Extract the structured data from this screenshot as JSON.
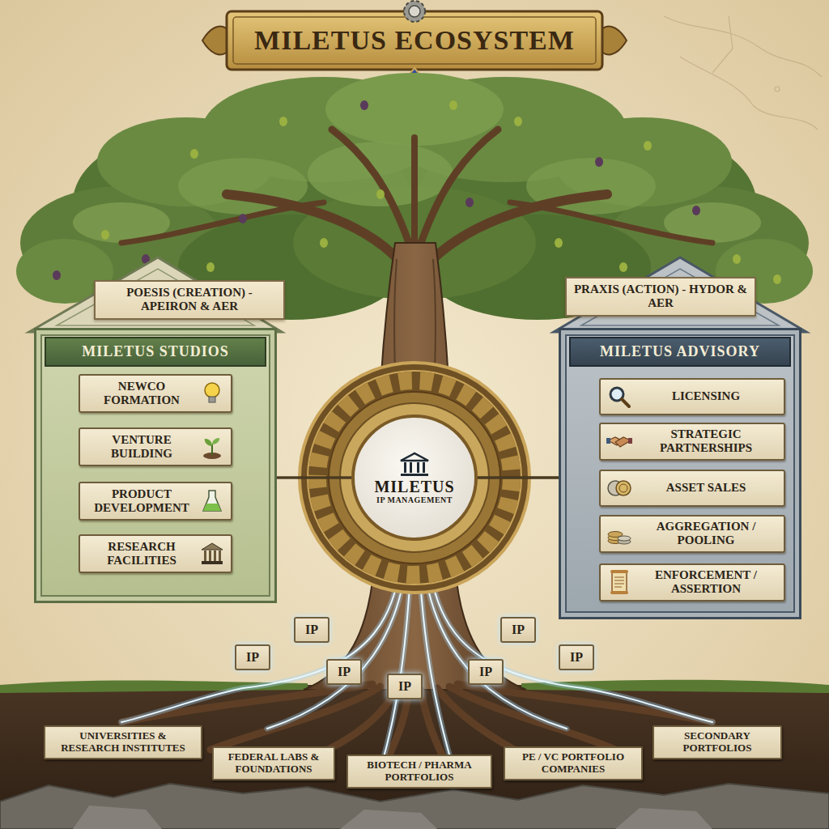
{
  "diagram": {
    "title": "MILETUS ECOSYSTEM",
    "nodes": [
      {
        "text": [
          "POESIS (CREATION) - APEIRON & AER"
        ]
      },
      {
        "text": [
          "MILETUS STUDIOS"
        ]
      },
      {
        "text": [
          "NEWCO FORMATION"
        ],
        "in": 1
      },
      {
        "text": [
          "VENTURE BUILDING"
        ],
        "in": 1
      },
      {
        "text": [
          "PRODUCT DEVELOPMENT"
        ],
        "in": 1
      },
      {
        "text": [
          "RESEARCH FACILITIES"
        ],
        "in": 1
      },
      {
        "text": [
          "PRAXIS (ACTION) - HYDOR & AER"
        ]
      },
      {
        "text": [
          "MILETUS ADVISORY"
        ]
      },
      {
        "text": [
          "LICENSING"
        ],
        "in": 7
      },
      {
        "text": [
          "STRATEGIC PARTNERSHIPS"
        ],
        "in": 7
      },
      {
        "text": [
          "ASSET SALES"
        ],
        "in": 7
      },
      {
        "text": [
          "AGGREGATION / POOLING"
        ],
        "in": 7
      },
      {
        "text": [
          "ENFORCEMENT / ASSERTION"
        ],
        "in": 7
      },
      {
        "text": [
          "MILETUS",
          "IP MANAGEMENT"
        ]
      },
      {
        "text": [
          "IP"
        ]
      },
      {
        "text": [
          "IP"
        ]
      },
      {
        "text": [
          "IP"
        ]
      },
      {
        "text": [
          "IP"
        ]
      },
      {
        "text": [
          "IP"
        ]
      },
      {
        "text": [
          "IP"
        ]
      },
      {
        "text": [
          "IP"
        ]
      },
      {
        "text": [
          "UNIVERSITIES & RESEARCH INSTITUTES"
        ]
      },
      {
        "text": [
          "FEDERAL LABS & FOUNDATIONS"
        ]
      },
      {
        "text": [
          "BIOTECH / PHARMA PORTFOLIOS"
        ]
      },
      {
        "text": [
          "PE / VC PORTFOLIO COMPANIES"
        ]
      },
      {
        "text": [
          "SECONDARY PORTFOLIOS"
        ]
      }
    ],
    "edges": [
      {
        "from": 2,
        "to": 13,
        "arrow": "none"
      },
      {
        "from": 3,
        "to": 13,
        "arrow": "none"
      },
      {
        "from": 4,
        "to": 13,
        "arrow": "none"
      },
      {
        "from": 5,
        "to": 13,
        "arrow": "none"
      },
      {
        "from": 13,
        "to": 8,
        "arrow": "none"
      },
      {
        "from": 13,
        "to": 9,
        "arrow": "none"
      },
      {
        "from": 13,
        "to": 10,
        "arrow": "none"
      },
      {
        "from": 13,
        "to": 11,
        "arrow": "none"
      },
      {
        "from": 13,
        "to": 12,
        "arrow": "none"
      }
    ]
  }
}
